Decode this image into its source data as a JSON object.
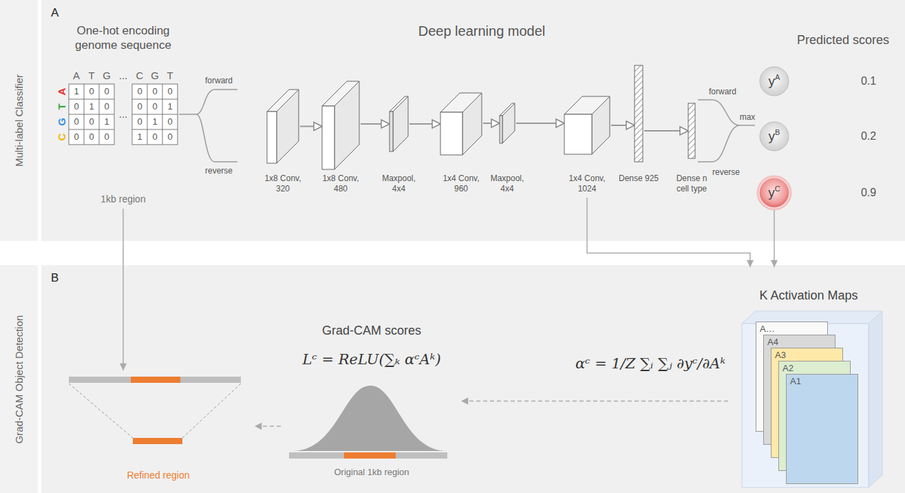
{
  "diagram": {
    "nodes": [
      {
        "text": [
          "Multi-label Classifier"
        ]
      },
      {
        "text": [
          "A"
        ]
      },
      {
        "text": [
          "One-hot encoding genome sequence",
          "1kb region"
        ],
        "in": 1
      },
      {
        "text": [
          "1x8 Conv, 320"
        ],
        "in": 1
      },
      {
        "text": [
          "1x8 Conv, 480"
        ],
        "in": 1
      },
      {
        "text": [
          "Maxpool, 4x4"
        ],
        "in": 1
      },
      {
        "text": [
          "1x4 Conv, 960"
        ],
        "in": 1
      },
      {
        "text": [
          "Maxpool, 4x4"
        ],
        "in": 1
      },
      {
        "text": [
          "1x4 Conv, 1024"
        ],
        "in": 1
      },
      {
        "text": [
          "Dense 925"
        ],
        "in": 1
      },
      {
        "text": [
          "Dense n cell type"
        ],
        "in": 1
      },
      {
        "text": [
          "y",
          "A"
        ],
        "in": 1
      },
      {
        "text": [
          "y",
          "B"
        ],
        "in": 1
      },
      {
        "text": [
          "y",
          "C"
        ],
        "in": 1
      },
      {
        "text": [
          "Grad-CAM Object Detection"
        ]
      },
      {
        "text": [
          "B"
        ]
      },
      {
        "text": [
          "K Activation Maps"
        ],
        "in": 15
      },
      {
        "text": [
          "A…"
        ],
        "in": 16
      },
      {
        "text": [
          "A4"
        ],
        "in": 16
      },
      {
        "text": [
          "A3"
        ],
        "in": 16
      },
      {
        "text": [
          "A2"
        ],
        "in": 16
      },
      {
        "text": [
          "A1"
        ],
        "in": 16
      },
      {
        "text": [
          "Grad-CAM scores",
          "Original 1kb region"
        ],
        "in": 15
      },
      {
        "text": [
          "Refined region"
        ],
        "in": 15
      }
    ],
    "edges": [
      {
        "from": 3,
        "to": 4,
        "arrow": "to"
      },
      {
        "from": 4,
        "to": 5,
        "arrow": "to"
      },
      {
        "from": 5,
        "to": 6,
        "arrow": "to"
      },
      {
        "from": 6,
        "to": 7,
        "arrow": "to"
      },
      {
        "from": 7,
        "to": 8,
        "arrow": "to"
      },
      {
        "from": 8,
        "to": 9,
        "arrow": "to"
      },
      {
        "from": 9,
        "to": 10,
        "arrow": "to"
      },
      {
        "from": 8,
        "to": 16,
        "arrow": "to"
      },
      {
        "from": 13,
        "to": 16,
        "arrow": "to"
      },
      {
        "from": 16,
        "to": 22,
        "arrow": "to"
      },
      {
        "from": 22,
        "to": 23,
        "arrow": "to"
      },
      {
        "from": 2,
        "to": 23,
        "arrow": "to"
      }
    ],
    "labels": [
      "forward",
      "reverse",
      "Deep learning model",
      "forward",
      "reverse",
      "max",
      "Predicted scores",
      "0.1",
      "0.2",
      "0.9",
      "A",
      "T",
      "G",
      "C",
      "A",
      "T",
      "G",
      "...",
      "C",
      "G",
      "T",
      "1",
      "0",
      "0",
      "0",
      "1",
      "0",
      "0",
      "0",
      "1",
      "0",
      "0",
      "0",
      "...",
      "0",
      "0",
      "0",
      "0",
      "0",
      "1",
      "0",
      "1",
      "0",
      "1",
      "0",
      "0",
      "Lᶜ = ReLU(∑ₖ αᶜAᵏ)",
      "αᶜ = 1/Z ∑ᵢ ∑ⱼ ∂yᶜ/∂Aᵏ"
    ]
  }
}
